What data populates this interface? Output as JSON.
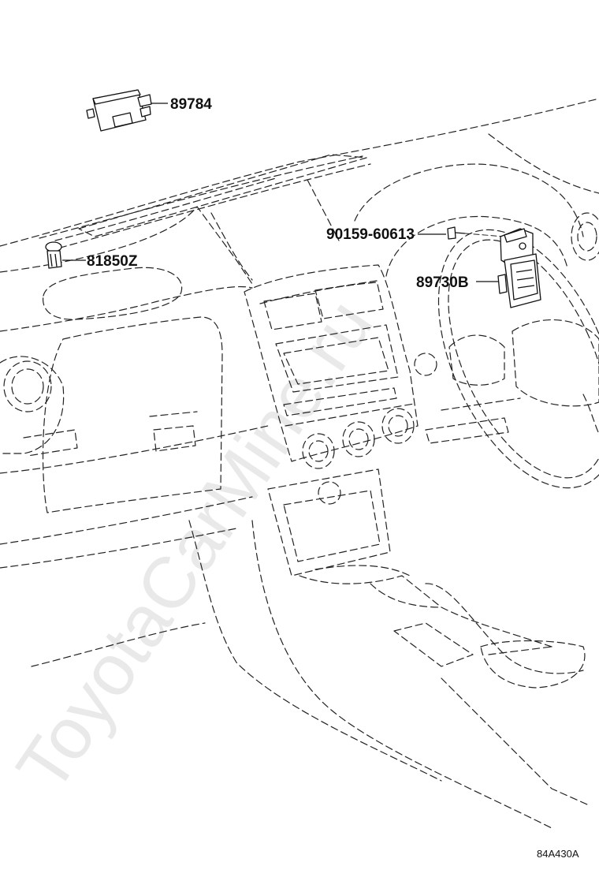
{
  "parts": [
    {
      "id": "p1",
      "number": "89784"
    },
    {
      "id": "p2",
      "number": "81850Z"
    },
    {
      "id": "p3",
      "number": "90159-60613"
    },
    {
      "id": "p4",
      "number": "89730B"
    }
  ],
  "watermark": "ToyotaCarMine.ru",
  "reference_code": "84A430A"
}
